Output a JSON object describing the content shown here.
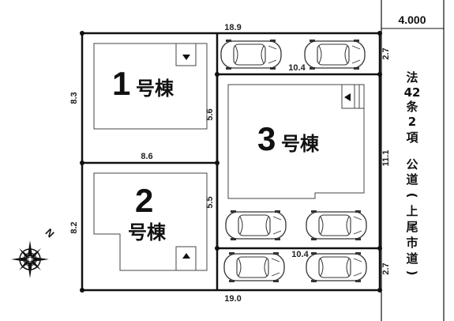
{
  "road": {
    "width": "4.000",
    "label_chars": [
      "法",
      "42",
      "条",
      "2",
      "項",
      "公",
      "道",
      "(",
      "上",
      "尾",
      "市",
      "道",
      ")"
    ]
  },
  "lots": {
    "lot1": {
      "number": "1",
      "suffix": "号棟"
    },
    "lot2": {
      "number": "2",
      "suffix": "号棟"
    },
    "lot3": {
      "number": "3",
      "suffix": "号棟"
    }
  },
  "dimensions": {
    "top": "18.9",
    "bottom": "19.0",
    "lot1_left": "8.3",
    "lot2_left": "8.2",
    "lot1_2_divider": "8.6",
    "lot1_right": "5.6",
    "lot2_right": "5.5",
    "lot3_top": "10.4",
    "lot3_bottom": "10.4",
    "lot3_right": "11.1",
    "parking_top": "2.7",
    "parking_bottom": "2.7"
  },
  "compass": {
    "north_label": "N"
  }
}
